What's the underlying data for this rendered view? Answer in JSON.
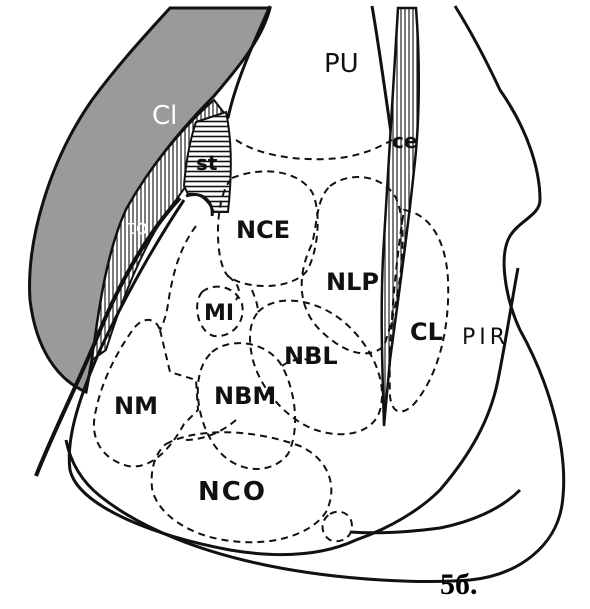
{
  "labels": {
    "cl_upper": "Cl",
    "pu": "PU",
    "st": "st",
    "to": "to",
    "ce": "ce",
    "nce": "NCE",
    "nlp": "NLP",
    "mi": "MI",
    "cl_right": "CL",
    "pir": "PIR",
    "nbl": "NBL",
    "nm": "NM",
    "nbm": "NBM",
    "nco": "NCO"
  },
  "figure_number": "5б.",
  "colors": {
    "gray_fill": "#9a9a9a",
    "outline": "#111111",
    "background": "#ffffff"
  }
}
